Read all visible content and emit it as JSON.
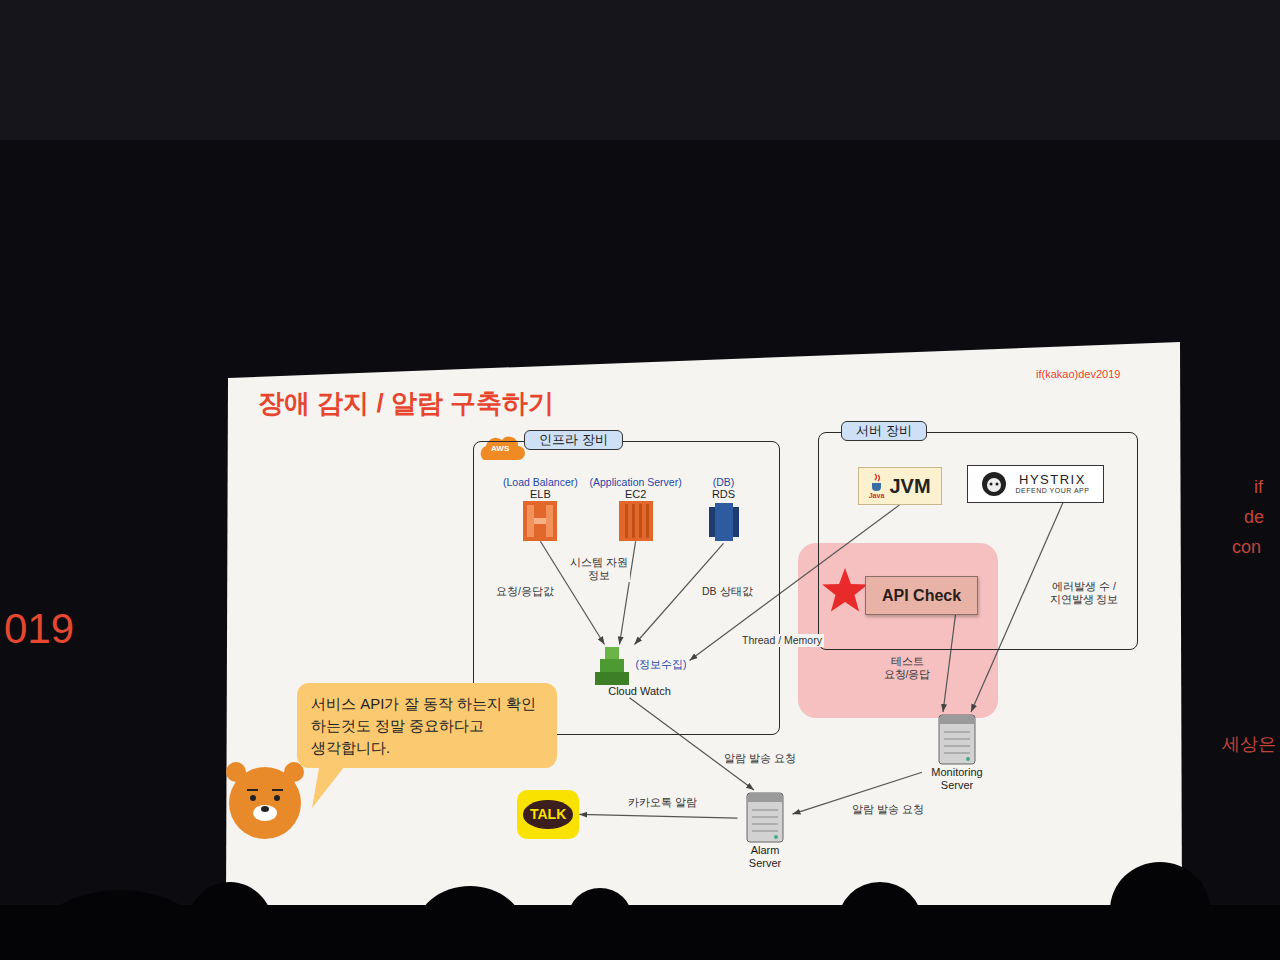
{
  "diagram": {
    "title": "장애 감지 / 알람 구축하기",
    "nodes": [
      {
        "text": [
          "인프라 장비"
        ]
      },
      {
        "text": [
          "(Load Balancer)",
          "ELB"
        ],
        "in": 0
      },
      {
        "text": [
          "(Application Server)",
          "EC2"
        ],
        "in": 0
      },
      {
        "text": [
          "(DB)",
          "RDS"
        ],
        "in": 0
      },
      {
        "text": [
          "(정보수집)",
          "Cloud Watch"
        ],
        "in": 0
      },
      {
        "text": [
          "서버 장비"
        ]
      },
      {
        "text": [
          "Java",
          "JVM"
        ],
        "in": 5
      },
      {
        "text": [
          "HYSTRIX",
          "DEFEND YOUR APP"
        ],
        "in": 5
      },
      {
        "text": [
          "API Check"
        ],
        "in": 5
      },
      {
        "text": [
          "Monitoring Server"
        ]
      },
      {
        "text": [
          "서비스 API가 잘 동작 하는지 확인 하는것도 정말 중요하다고 생각합니다."
        ]
      },
      {
        "text": [
          "Alarm Server"
        ]
      },
      {
        "text": [
          "TALK"
        ]
      }
    ],
    "edges": [
      {
        "from": 1,
        "to": 4,
        "label": "요청/응답값",
        "arrow": "to"
      },
      {
        "from": 2,
        "to": 4,
        "label": "시스템 자원 정보",
        "arrow": "to"
      },
      {
        "from": 3,
        "to": 4,
        "label": "DB 상태값",
        "arrow": "to"
      },
      {
        "from": 6,
        "to": 4,
        "label": "Thread / Memory",
        "arrow": "to"
      },
      {
        "from": 7,
        "to": 9,
        "label": "에러발생 수 / 지연발생 정보",
        "arrow": "to"
      },
      {
        "from": 8,
        "to": 9,
        "label": "테스트 요청/응답",
        "arrow": "to"
      },
      {
        "from": 4,
        "to": 11,
        "label": "알람 발송 요청",
        "arrow": "to"
      },
      {
        "from": 9,
        "to": 11,
        "label": "알람 발송 요청",
        "arrow": "to"
      },
      {
        "from": 11,
        "to": 12,
        "label": "카카오톡 알람",
        "arrow": "to"
      }
    ],
    "labels": [
      "if(kakao)dev2019",
      "AWS",
      "019",
      "if",
      "de",
      "con",
      "세상은"
    ]
  }
}
